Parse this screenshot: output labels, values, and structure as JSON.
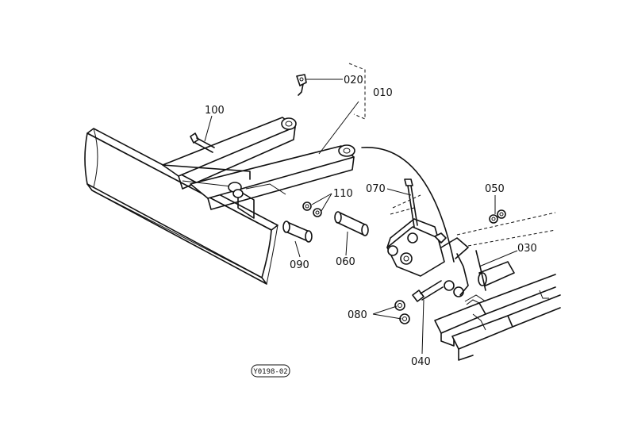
{
  "labels": {
    "p010": "010",
    "p020": "020",
    "p030": "030",
    "p040": "040",
    "p050": "050",
    "p060": "060",
    "p070": "070",
    "p080": "080",
    "p090": "090",
    "p100": "100",
    "p110": "110"
  },
  "drawing_code": "Y0198-02"
}
